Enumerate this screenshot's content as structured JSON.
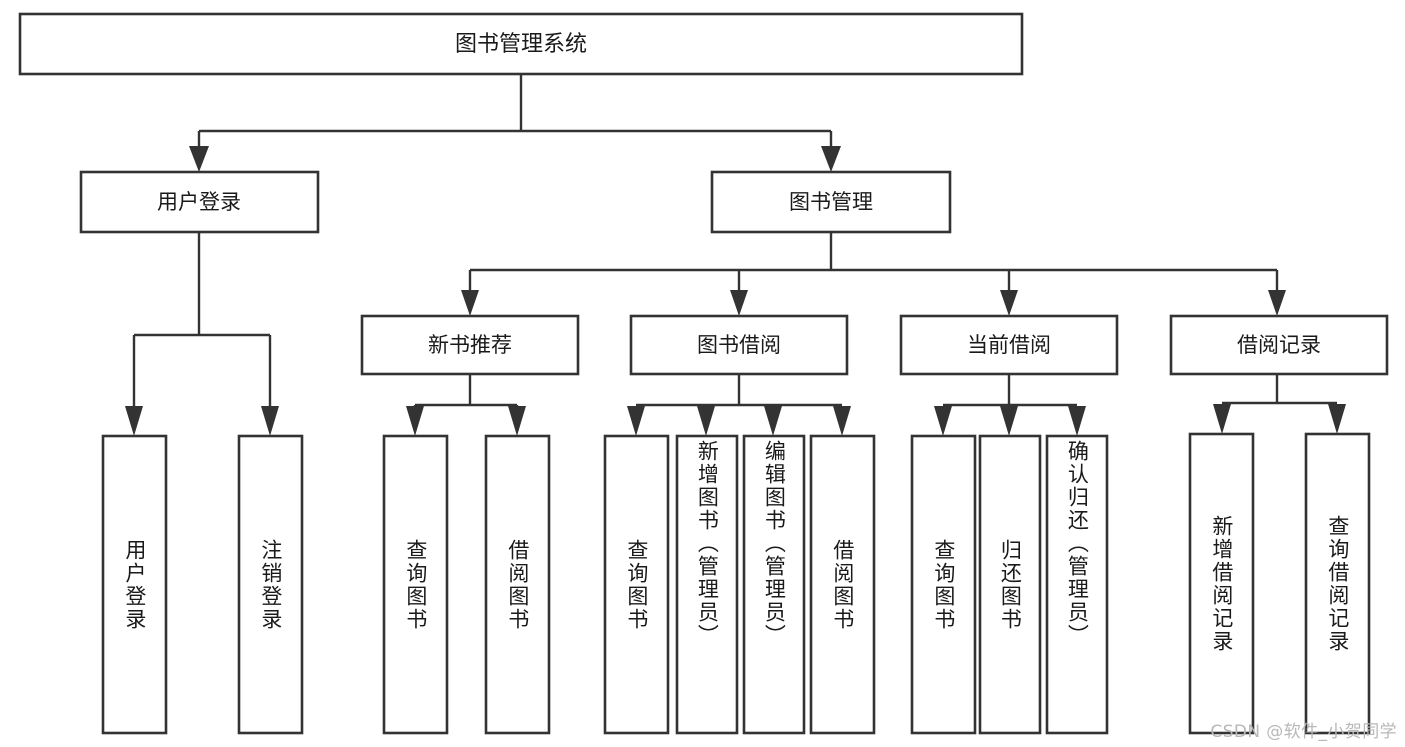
{
  "diagram": {
    "type": "tree-hierarchy-chart",
    "title": "图书管理系统",
    "background_color": "#ffffff",
    "stroke_color": "#333333",
    "text_color": "#1a1a1a",
    "root": {
      "id": "root",
      "label": "图书管理系统",
      "orientation": "horizontal"
    },
    "level1": [
      {
        "id": "user-login",
        "label": "用户登录",
        "orientation": "horizontal"
      },
      {
        "id": "book-manage",
        "label": "图书管理",
        "orientation": "horizontal"
      }
    ],
    "level2": [
      {
        "id": "new-book-recommend",
        "label": "新书推荐",
        "orientation": "horizontal",
        "parent": "book-manage"
      },
      {
        "id": "book-borrow",
        "label": "图书借阅",
        "orientation": "horizontal",
        "parent": "book-manage"
      },
      {
        "id": "current-borrow",
        "label": "当前借阅",
        "orientation": "horizontal",
        "parent": "book-manage"
      },
      {
        "id": "borrow-record",
        "label": "借阅记录",
        "orientation": "horizontal",
        "parent": "book-manage"
      }
    ],
    "leaves": [
      {
        "id": "leaf-user-login",
        "label": "用户登录",
        "parent": "user-login",
        "orientation": "vertical"
      },
      {
        "id": "leaf-user-logout",
        "label": "注销登录",
        "parent": "user-login",
        "orientation": "vertical"
      },
      {
        "id": "leaf-query-book-1",
        "label": "查询图书",
        "parent": "new-book-recommend",
        "orientation": "vertical"
      },
      {
        "id": "leaf-borrow-book-1",
        "label": "借阅图书",
        "parent": "new-book-recommend",
        "orientation": "vertical"
      },
      {
        "id": "leaf-query-book-2",
        "label": "查询图书",
        "parent": "book-borrow",
        "orientation": "vertical"
      },
      {
        "id": "leaf-add-book",
        "label": "新增图书（管理员）",
        "parent": "book-borrow",
        "orientation": "vertical"
      },
      {
        "id": "leaf-edit-book",
        "label": "编辑图书（管理员）",
        "parent": "book-borrow",
        "orientation": "vertical"
      },
      {
        "id": "leaf-borrow-book-2",
        "label": "借阅图书",
        "parent": "book-borrow",
        "orientation": "vertical"
      },
      {
        "id": "leaf-query-book-3",
        "label": "查询图书",
        "parent": "current-borrow",
        "orientation": "vertical"
      },
      {
        "id": "leaf-return-book",
        "label": "归还图书",
        "parent": "current-borrow",
        "orientation": "vertical"
      },
      {
        "id": "leaf-confirm-return",
        "label": "确认归还（管理员）",
        "parent": "current-borrow",
        "orientation": "vertical"
      },
      {
        "id": "leaf-add-record",
        "label": "新增借阅记录",
        "parent": "borrow-record",
        "orientation": "vertical"
      },
      {
        "id": "leaf-query-record",
        "label": "查询借阅记录",
        "parent": "borrow-record",
        "orientation": "vertical"
      }
    ]
  },
  "watermark": {
    "text": "CSDN @软件_小贺同学"
  }
}
